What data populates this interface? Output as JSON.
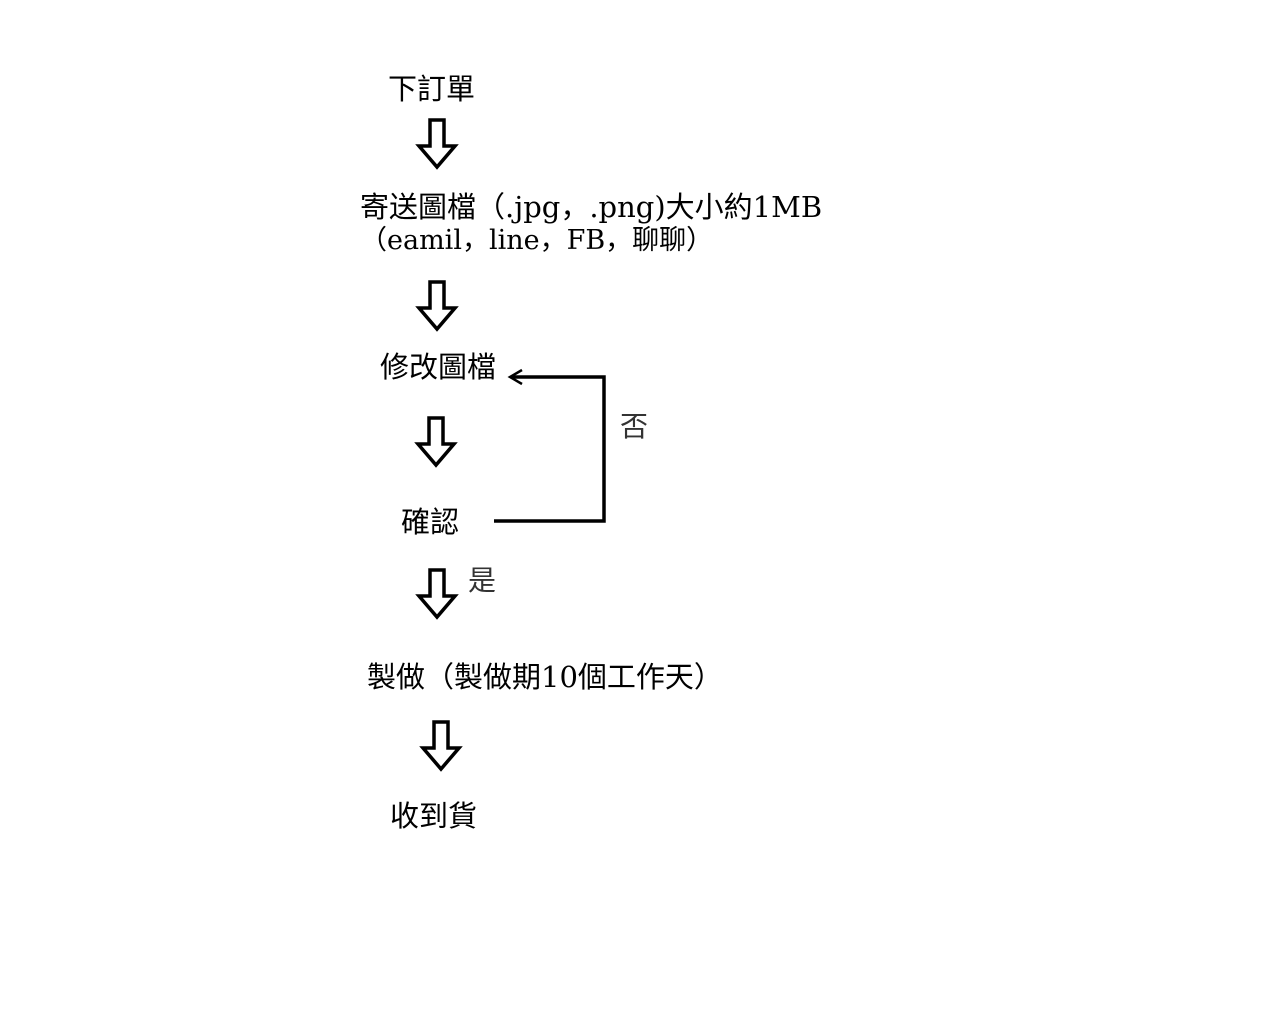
{
  "steps": {
    "order": "下訂單",
    "send_file": "寄送圖檔（.jpg，.png)大小約1MB",
    "send_channels": "（eamil，line，FB，聊聊）",
    "revise": "修改圖檔",
    "confirm": "確認",
    "produce": "製做（製做期10個工作天）",
    "receive": "收到貨"
  },
  "branches": {
    "no": "否",
    "yes": "是"
  }
}
